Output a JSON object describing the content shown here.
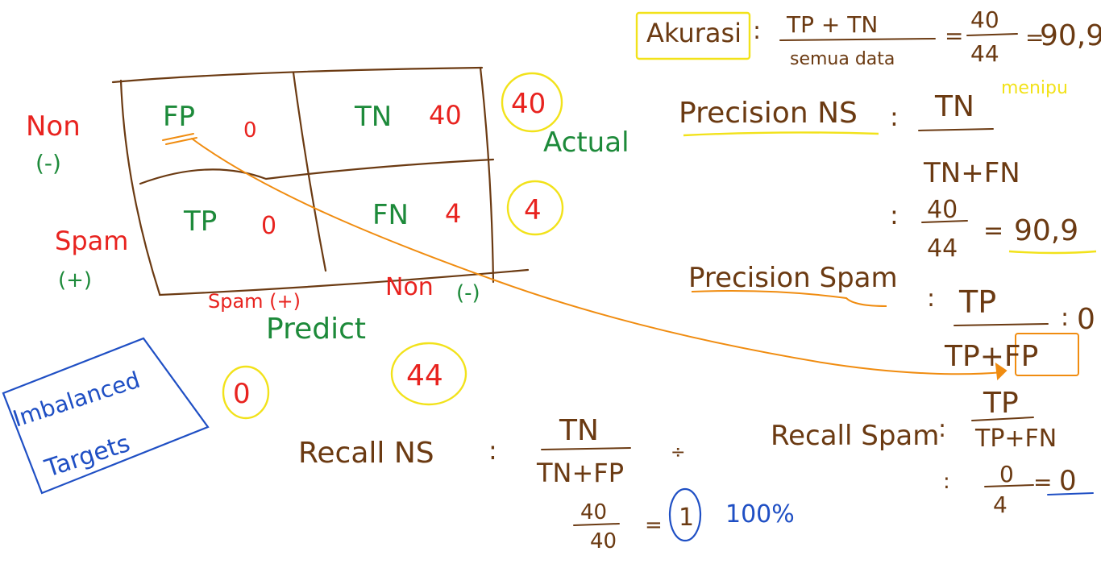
{
  "colors": {
    "brown": "#6b3a12",
    "red": "#e8231f",
    "green": "#1d8a3a",
    "orange": "#f08c10",
    "yellow": "#f2e21a",
    "blue": "#1f4fc4"
  },
  "matrix": {
    "fp": "FP",
    "fp_val": "0",
    "tn": "TN",
    "tn_val": "40",
    "tp": "TP",
    "tp_val": "0",
    "fn": "FN",
    "fn_val": "4",
    "row_non": "Non",
    "row_non_sign": "(-)",
    "row_spam": "Spam",
    "row_spam_sign": "(+)",
    "col_spam": "Spam (+)",
    "col_non": "Non",
    "col_non_sign": "(-)",
    "actual": "Actual",
    "predict": "Predict",
    "total_non": "40",
    "total_spam": "4",
    "total_pred_spam": "0",
    "total_pred_non": "44"
  },
  "imbalanced": {
    "line1": "Imbalanced",
    "line2": "Targets"
  },
  "akurasi": {
    "label": "Akurasi",
    "num": "TP + TN",
    "den": "semua data",
    "res_num": "40",
    "res_den": "44",
    "result": "90,9"
  },
  "menipu": "menipu",
  "precision_ns": {
    "label": "Precision NS",
    "num": "TN",
    "den": "TN+FN",
    "v_num": "40",
    "v_den": "44",
    "result": "90,9"
  },
  "precision_spam": {
    "label": "Precision Spam",
    "num": "TP",
    "den": "TP+FP",
    "result": "0"
  },
  "recall_spam": {
    "label": "Recall Spam",
    "num": "TP",
    "den": "TP+FN",
    "v_num": "0",
    "v_den": "4",
    "result": "0"
  },
  "recall_ns": {
    "label": "Recall NS",
    "num": "TN",
    "den": "TN+FP",
    "v_num": "40",
    "v_den": "40",
    "result": "1",
    "percent": "100%"
  }
}
